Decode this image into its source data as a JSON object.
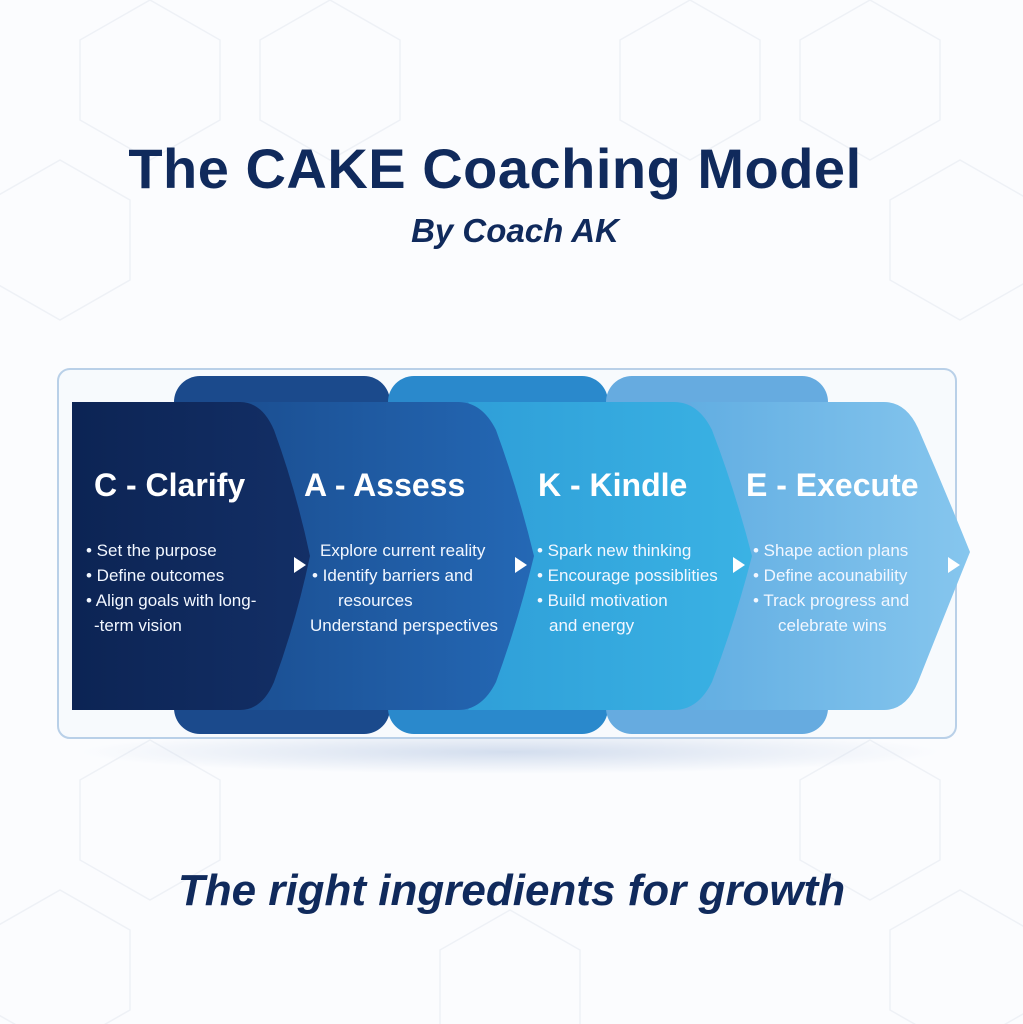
{
  "header": {
    "title": "The CAKE Coaching Model",
    "subtitle": "By Coach AK"
  },
  "stages": [
    {
      "heading": "C - Clarify",
      "color": "#0e2a5c",
      "points": [
        "• Set the purpose",
        "• Define outcomes",
        "• Align goals with long-",
        "-term vision"
      ]
    },
    {
      "heading": "A - Assess",
      "color": "#1f5ea8",
      "points": [
        "Explore current reality",
        "• Identify barriers and",
        "resources",
        "Understand perspectives"
      ]
    },
    {
      "heading": "K - Kindle",
      "color": "#35ade0",
      "points": [
        "• Spark new thinking",
        "• Encourage possiblities",
        "• Build motivation",
        "and energy"
      ]
    },
    {
      "heading": "E - Execute",
      "color": "#6fb8e6",
      "points": [
        "• Shape action plans",
        "• Define acounability",
        "• Track progress and",
        "celebrate wins"
      ]
    }
  ],
  "footer": {
    "tagline": "The right ingredients for growth"
  },
  "icons": [
    "arrow-right-icon"
  ]
}
